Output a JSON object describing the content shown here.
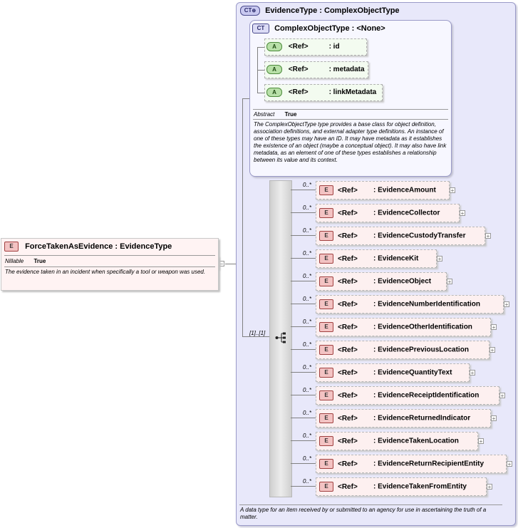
{
  "root_element": {
    "icon": "E",
    "name": "ForceTakenAsEvidence",
    "type": ": EvidenceType",
    "nillable_label": "Nillable",
    "nillable_value": "True",
    "documentation": "The evidence taken in an incident when specifically a tool or weapon was used."
  },
  "evidence_type": {
    "icon": "CT",
    "title": "EvidenceType : ComplexObjectType",
    "documentation": "A data type for an item received by or submitted to an agency for use in ascertaining the truth of a matter.",
    "sequence_cardinality": "[1]..[1]"
  },
  "complex_object_type": {
    "icon": "CT",
    "title": "ComplexObjectType : <None>",
    "abstract_label": "Abstract",
    "abstract_value": "True",
    "documentation": "The ComplexObjectType type provides a base class for object definition, association definitions, and external adapter type definitions. An instance of one of these types may have an ID. It may have metadata as it establishes the existence of an object (maybe a conceptual object). It may also have link metadata, as an element of one of these types establishes a relationship between its value and its context.",
    "attributes": [
      {
        "icon": "A",
        "ref": "<Ref>",
        "name": ": id"
      },
      {
        "icon": "A",
        "ref": "<Ref>",
        "name": ": metadata"
      },
      {
        "icon": "A",
        "ref": "<Ref>",
        "name": ": linkMetadata"
      }
    ]
  },
  "elements": [
    {
      "icon": "E",
      "occurs": "0..*",
      "ref": "<Ref>",
      "name": ": EvidenceAmount"
    },
    {
      "icon": "E",
      "occurs": "0..*",
      "ref": "<Ref>",
      "name": ": EvidenceCollector"
    },
    {
      "icon": "E",
      "occurs": "0..*",
      "ref": "<Ref>",
      "name": ": EvidenceCustodyTransfer"
    },
    {
      "icon": "E",
      "occurs": "0..*",
      "ref": "<Ref>",
      "name": ": EvidenceKit"
    },
    {
      "icon": "E",
      "occurs": "0..*",
      "ref": "<Ref>",
      "name": ": EvidenceObject"
    },
    {
      "icon": "E",
      "occurs": "0..*",
      "ref": "<Ref>",
      "name": ": EvidenceNumberIdentification"
    },
    {
      "icon": "E",
      "occurs": "0..*",
      "ref": "<Ref>",
      "name": ": EvidenceOtherIdentification"
    },
    {
      "icon": "E",
      "occurs": "0..*",
      "ref": "<Ref>",
      "name": ": EvidencePreviousLocation"
    },
    {
      "icon": "E",
      "occurs": "0..*",
      "ref": "<Ref>",
      "name": ": EvidenceQuantityText"
    },
    {
      "icon": "E",
      "occurs": "0..*",
      "ref": "<Ref>",
      "name": ": EvidenceReceiptIdentification"
    },
    {
      "icon": "E",
      "occurs": "0..*",
      "ref": "<Ref>",
      "name": ": EvidenceReturnedIndicator"
    },
    {
      "icon": "E",
      "occurs": "0..*",
      "ref": "<Ref>",
      "name": ": EvidenceTakenLocation"
    },
    {
      "icon": "E",
      "occurs": "0..*",
      "ref": "<Ref>",
      "name": ": EvidenceReturnRecipientEntity"
    },
    {
      "icon": "E",
      "occurs": "0..*",
      "ref": "<Ref>",
      "name": ": EvidenceTakenFromEntity"
    }
  ],
  "expander_collapse_glyph": "−",
  "expander_expand_glyph": "+"
}
